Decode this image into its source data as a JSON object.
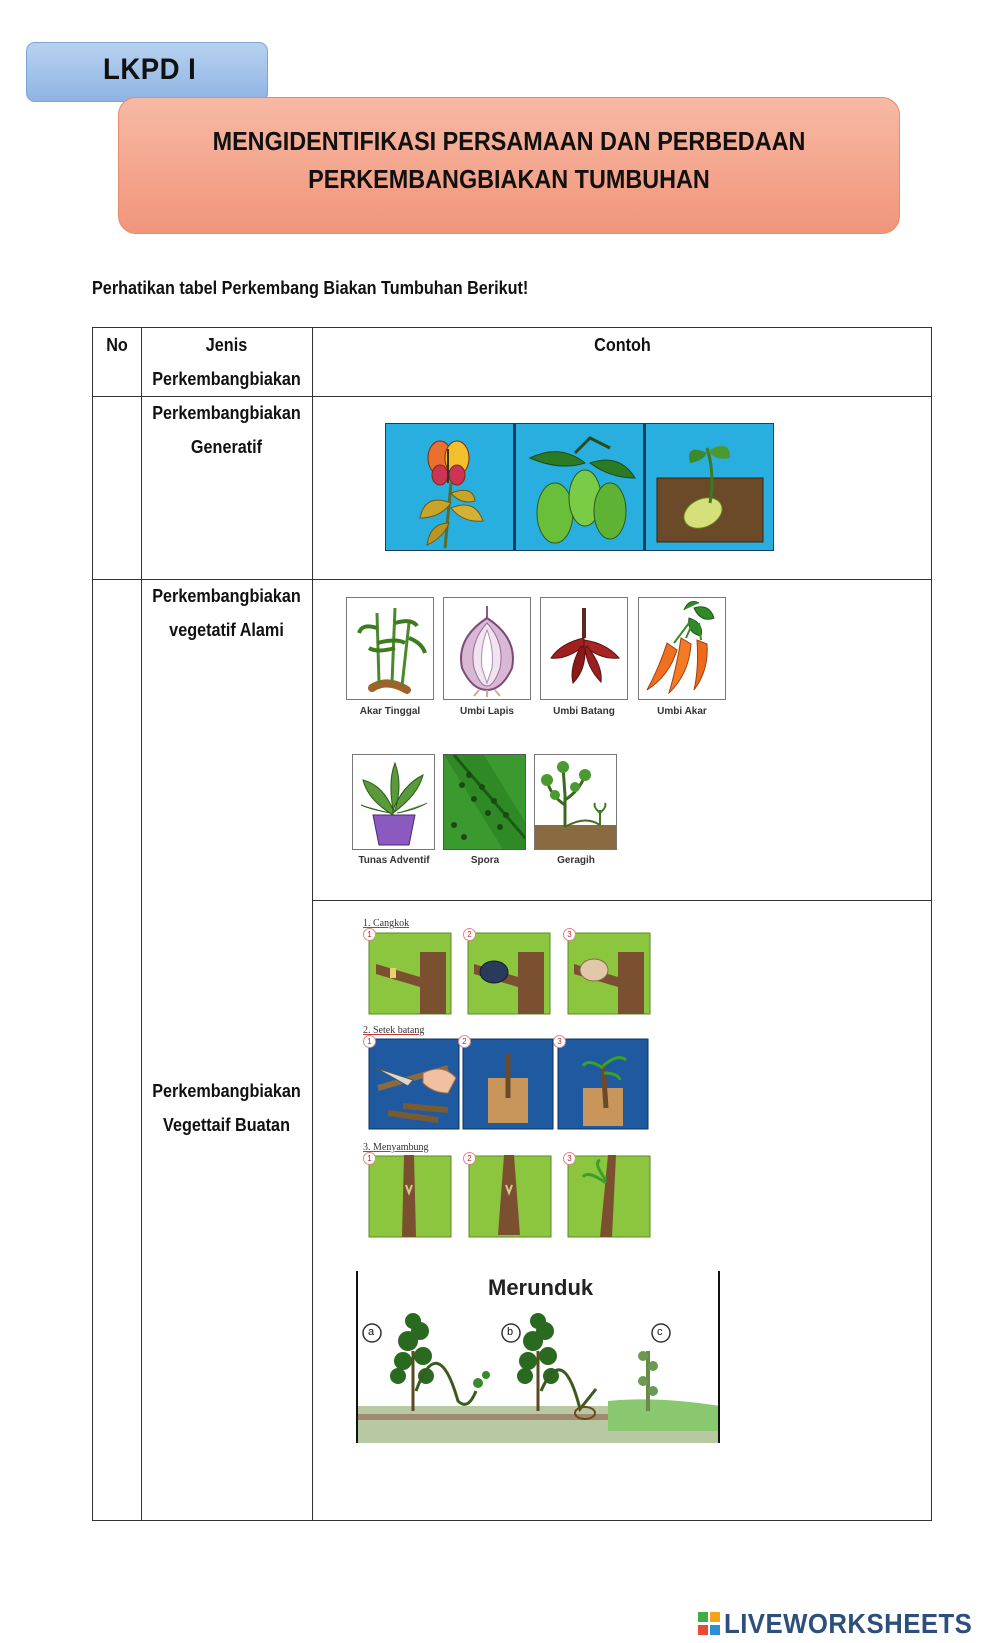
{
  "header": {
    "badge": "LKPD I",
    "title_line1": "MENGIDENTIFIKASI PERSAMAAN DAN PERBEDAAN",
    "title_line2": "PERKEMBANGBIAKAN TUMBUHAN"
  },
  "instruction": "Perhatikan tabel Perkembang Biakan Tumbuhan Berikut!",
  "table": {
    "headers": {
      "no": "No",
      "jenis_line1": "Jenis",
      "jenis_line2": "Perkembangbiakan",
      "contoh": "Contoh"
    },
    "rows": {
      "generatif": {
        "line1": "Perkembangbiakan",
        "line2": "Generatif"
      },
      "vegetatif_alami": {
        "line1": "Perkembangbiakan",
        "line2": "vegetatif  Alami"
      },
      "vegetatif_buatan": {
        "line1": "Perkembangbiakan",
        "line2": "Vegettaif Buatan"
      }
    }
  },
  "alami_captions": [
    "Akar Tinggal",
    "Umbi Lapis",
    "Umbi Batang",
    "Umbi Akar",
    "Tunas Adventif",
    "Spora",
    "Geragih"
  ],
  "buatan": {
    "cangkok": "Cangkok",
    "setek": "Setek batang",
    "menyambung": "Menyambung",
    "merunduk_title": "Merunduk",
    "merunduk_labels": [
      "a",
      "b",
      "c"
    ],
    "step_numbers": [
      "1",
      "2",
      "3"
    ],
    "section_numbers": [
      "1.",
      "2.",
      "3."
    ]
  },
  "footer": {
    "brand": "LIVEWORKSHEETS"
  }
}
